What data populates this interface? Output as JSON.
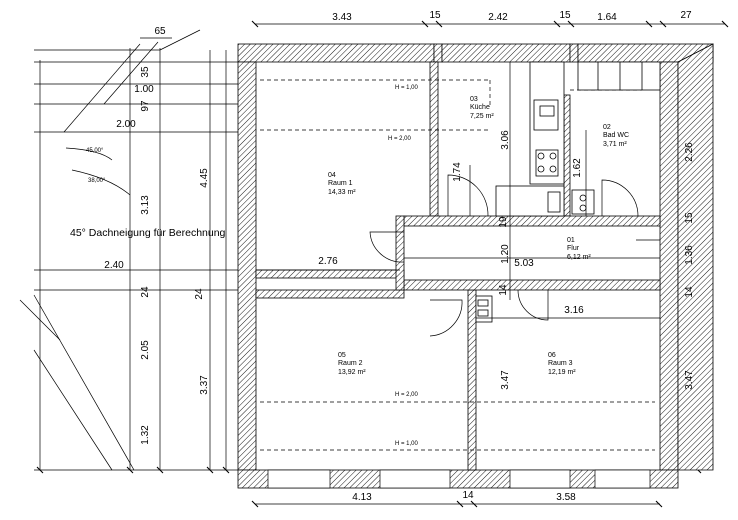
{
  "plan": {
    "title": "45° Dachneigung für  Berechnung",
    "angles": [
      "45,00°",
      "38,00°"
    ],
    "top_dims": [
      "3.43",
      "15",
      "2.42",
      "15",
      "1.64",
      "27"
    ],
    "top_left_dim": "65",
    "bottom_dims": [
      "4.13",
      "14",
      "3.58"
    ],
    "left_dims": [
      "35",
      "1.00",
      "97",
      "2.00",
      "3.13",
      "2.40",
      "24",
      "2.05",
      "1.32",
      "4.45",
      "3.37",
      "24"
    ],
    "right_dims": [
      "2.26",
      "15",
      "1.36",
      "14",
      "3.47"
    ],
    "inner_dims": [
      "2.76",
      "5.03",
      "3.16",
      "1.74",
      "3.06",
      "19",
      "1.62",
      "1.20",
      "14",
      "3.47"
    ],
    "heights": [
      "H = 1,00",
      "H = 2,00",
      "H = 2,00",
      "H = 1,00"
    ],
    "rooms": [
      {
        "num": "04",
        "name": "Raum 1",
        "area": "14,33 m²"
      },
      {
        "num": "03",
        "name": "Küche",
        "area": "7,25 m²"
      },
      {
        "num": "02",
        "name": "Bad WC",
        "area": "3,71 m²"
      },
      {
        "num": "01",
        "name": "Flur",
        "area": "6,12 m²"
      },
      {
        "num": "05",
        "name": "Raum 2",
        "area": "13,92 m²"
      },
      {
        "num": "06",
        "name": "Raum 3",
        "area": "12,19 m²"
      }
    ]
  }
}
